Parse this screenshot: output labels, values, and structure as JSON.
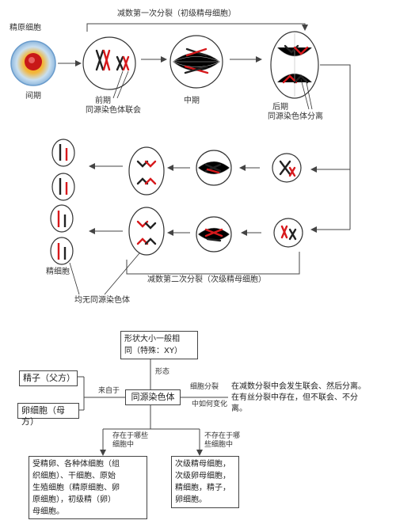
{
  "meiosis": {
    "title_meiosis1": "减数第一次分裂（初级精母细胞）",
    "title_meiosis2": "减数第二次分裂（次级精母细胞）",
    "spermatogonium": "精原细胞",
    "interphase": "间期",
    "prophase": "前期",
    "prophase_note": "同源染色体联会",
    "metaphase": "中期",
    "anaphase": "后期",
    "anaphase_note": "同源染色体分离",
    "sperm_cells": "精细胞",
    "no_homologous": "均无同源染色体"
  },
  "concept_map": {
    "center": "同源染色体",
    "shape_box": [
      "形状大小一般相",
      "同（特殊：XY）"
    ],
    "shape_label": "形态",
    "source_label": "来自于",
    "sperm_box": "精子（父方）",
    "egg_box": "卵细胞（母方）",
    "division_label": "细胞分裂",
    "change_label": "中如何变化",
    "division_box": [
      "在减数分裂中会发生联会、然后分离。",
      "在有丝分裂中存在，但不联会、不分",
      "离。"
    ],
    "exist_label": [
      "存在于哪些",
      "细胞中"
    ],
    "not_exist_label": [
      "不存在于哪",
      "些细胞中"
    ],
    "exist_box": [
      "受精卵、各种体细胞（组",
      "织细胞）、干细胞、原始",
      "生殖细胞（精原细胞、卵",
      "原细胞），初级精（卵）",
      "母细胞。"
    ],
    "not_exist_box": [
      "次级精母细胞，",
      "次级卵母细胞，",
      "精细胞，精子，",
      "卵细胞。"
    ]
  },
  "colors": {
    "red_chromosome": "#d7191c",
    "black_chromosome": "#222222",
    "line": "#444444"
  }
}
